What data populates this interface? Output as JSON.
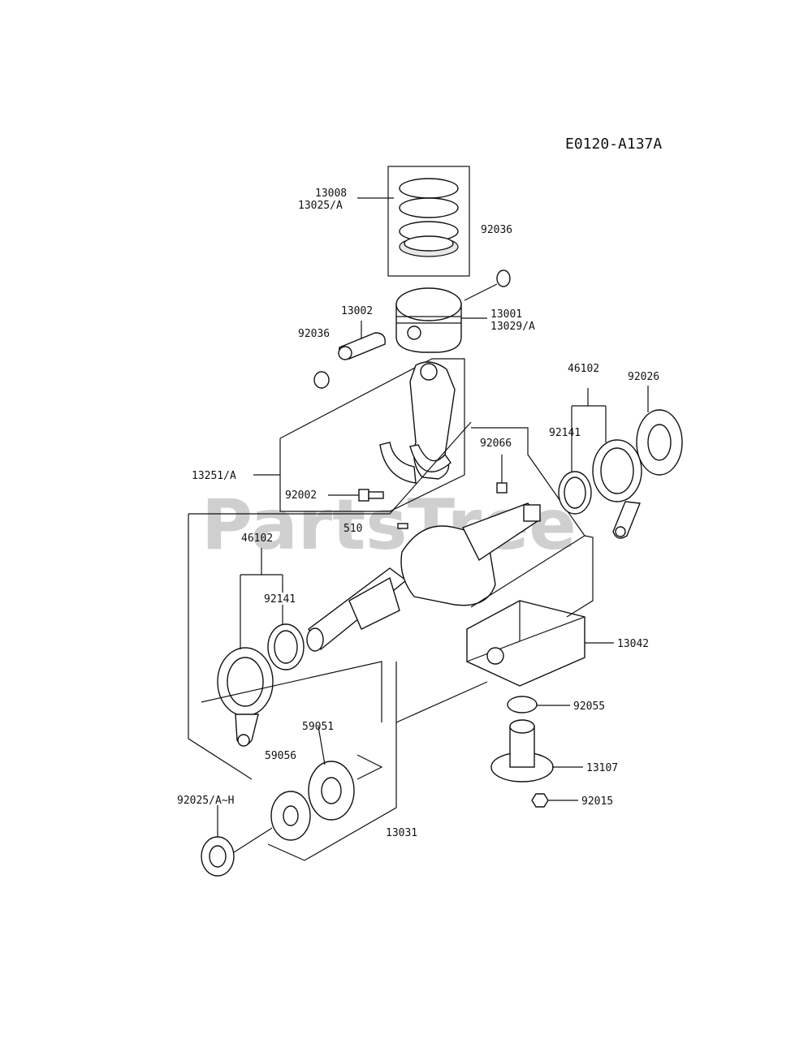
{
  "diagram_code": "E0120-A137A",
  "watermark": "PartsTree",
  "labels": {
    "l13008": "13008",
    "l13025a": "13025/A",
    "l92036a": "92036",
    "l13002": "13002",
    "l92036b": "92036",
    "l13001": "13001",
    "l13029a": "13029/A",
    "l46102a": "46102",
    "l92026": "92026",
    "l92141a": "92141",
    "l92066": "92066",
    "l13251a": "13251/A",
    "l92002": "92002",
    "l510": "510",
    "l46102b": "46102",
    "l92141b": "92141",
    "l13042": "13042",
    "l92055": "92055",
    "l59051": "59051",
    "l59056": "59056",
    "l13107": "13107",
    "l92025": "92025/A~H",
    "l92015": "92015",
    "l13031": "13031"
  }
}
